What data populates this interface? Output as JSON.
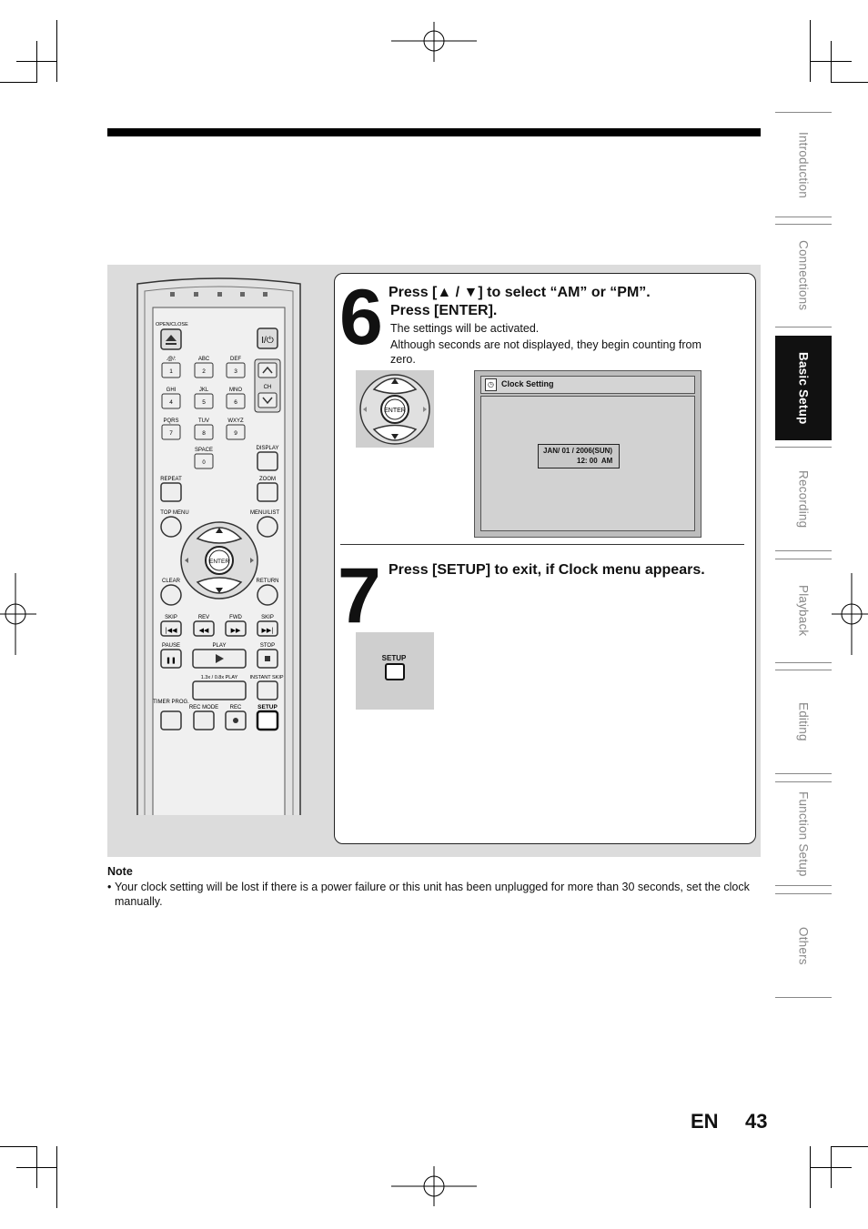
{
  "step6": {
    "number": "6",
    "heading_line1": "Press [▲ / ▼] to select “AM” or “PM”.",
    "heading_line2": "Press [ENTER].",
    "text1": "The settings will be activated.",
    "text2": "Although seconds are not displayed, they begin counting from",
    "text3": "zero."
  },
  "osd": {
    "title": "Clock Setting",
    "date": "JAN/ 01 / 2006(SUN)",
    "time": "12: 00  AM"
  },
  "step7": {
    "number": "7",
    "heading": "Press [SETUP] to exit, if Clock menu appears.",
    "setup_label": "SETUP"
  },
  "dpad": {
    "enter_label": "ENTER"
  },
  "remote": {
    "open_close": "OPEN/CLOSE",
    "power": "I/⏻",
    "ch": "CH",
    "enter": "ENTER",
    "keys": [
      {
        "top": ".@/:",
        "num": "1"
      },
      {
        "top": "ABC",
        "num": "2"
      },
      {
        "top": "DEF",
        "num": "3"
      },
      {
        "top": "GHI",
        "num": "4"
      },
      {
        "top": "JKL",
        "num": "5"
      },
      {
        "top": "MNO",
        "num": "6"
      },
      {
        "top": "PQRS",
        "num": "7"
      },
      {
        "top": "TUV",
        "num": "8"
      },
      {
        "top": "WXYZ",
        "num": "9"
      }
    ],
    "space": "SPACE",
    "zero": "0",
    "display": "DISPLAY",
    "repeat": "REPEAT",
    "zoom": "ZOOM",
    "top_menu": "TOP MENU",
    "menu_list": "MENU/LIST",
    "clear": "CLEAR",
    "return": "RETURN",
    "skip_back": "SKIP",
    "rev": "REV",
    "fwd": "FWD",
    "skip_fwd": "SKIP",
    "pause": "PAUSE",
    "play": "PLAY",
    "stop": "STOP",
    "speed": "1.3x / 0.8x PLAY",
    "instant_skip": "INSTANT SKIP",
    "timer_prog": "TIMER PROG.",
    "rec_mode": "REC MODE",
    "rec": "REC",
    "setup": "SETUP"
  },
  "tabs": [
    "Introduction",
    "Connections",
    "Basic Setup",
    "Recording",
    "Playback",
    "Editing",
    "Function Setup",
    "Others"
  ],
  "active_tab": "Basic Setup",
  "note": {
    "title": "Note",
    "bullet": "Your clock setting will be lost if there is a power failure or this unit has been unplugged for more than 30 seconds, set the clock manually."
  },
  "footer": {
    "lang": "EN",
    "page": "43"
  }
}
